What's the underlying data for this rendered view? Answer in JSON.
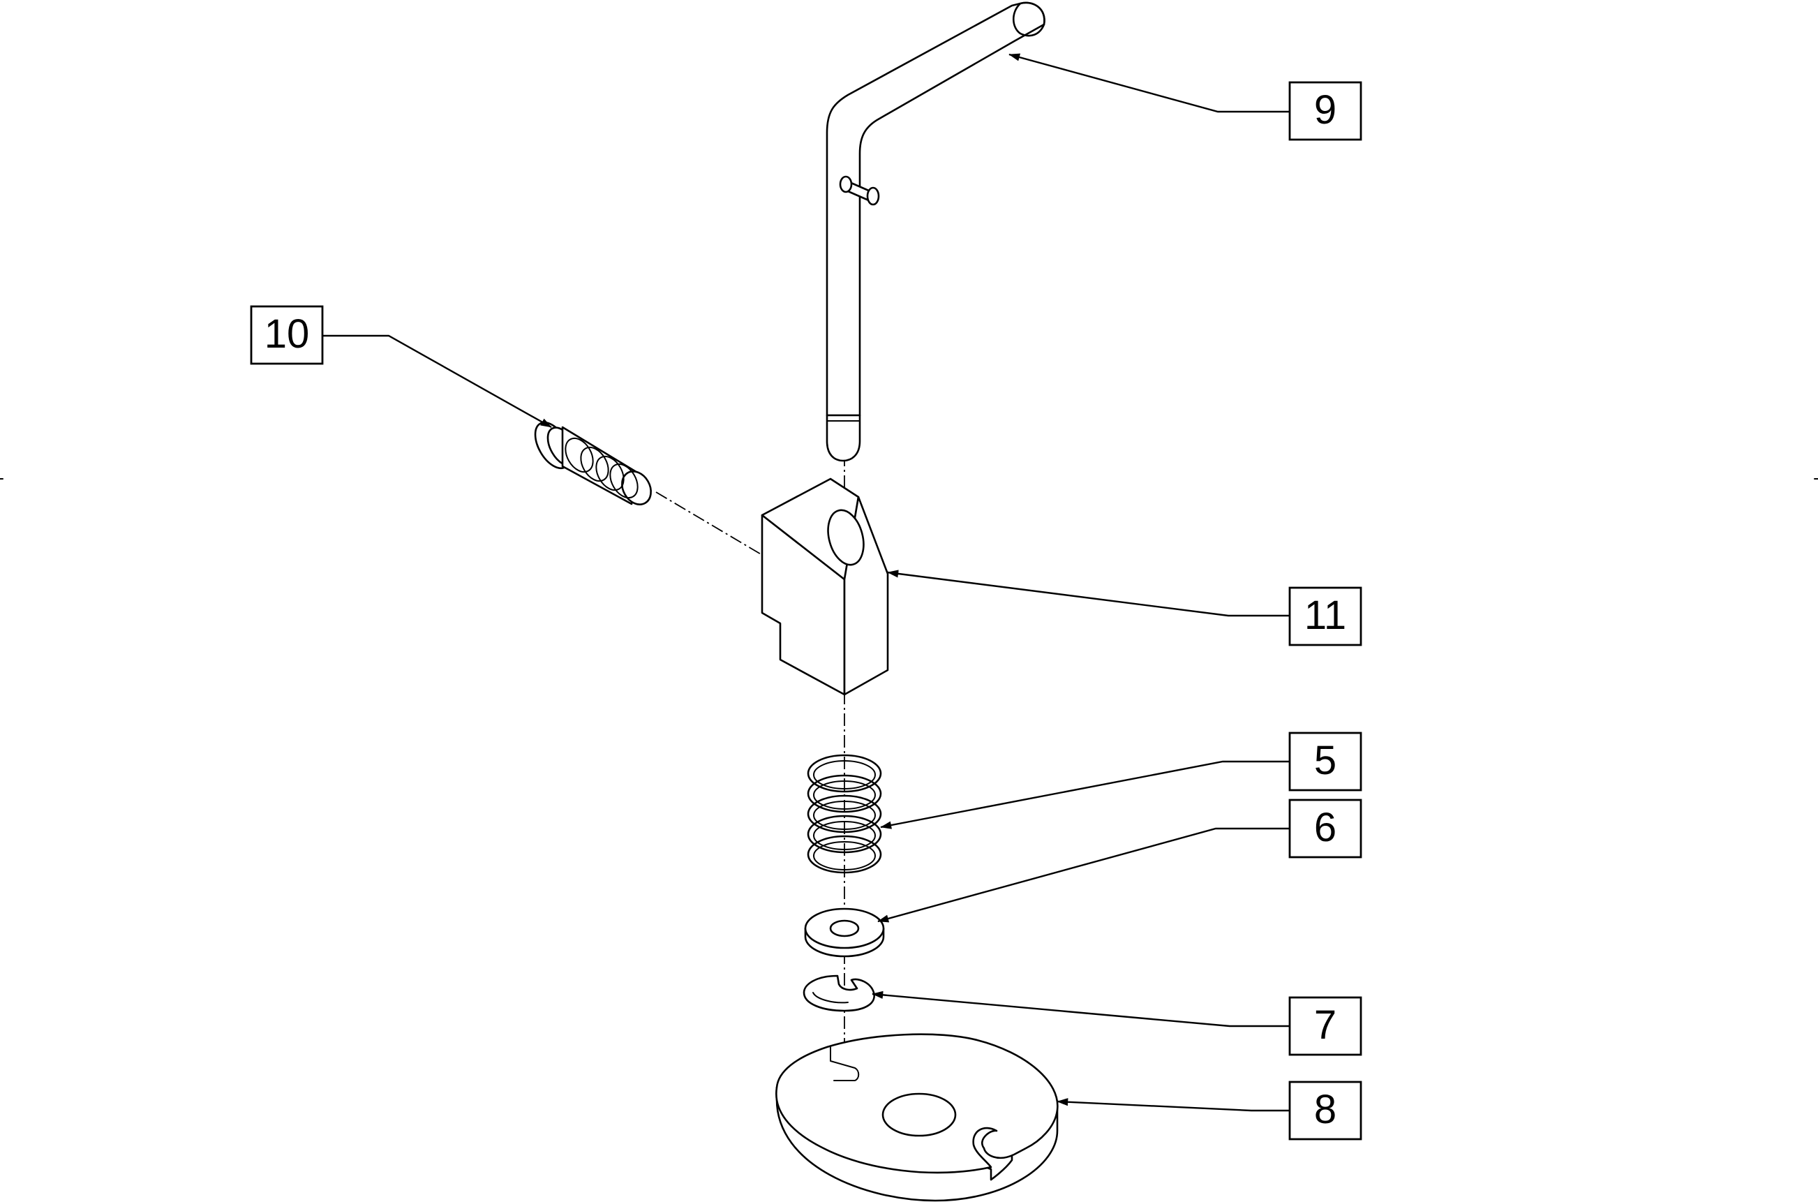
{
  "callouts": [
    {
      "id": "9",
      "label": "9"
    },
    {
      "id": "10",
      "label": "10"
    },
    {
      "id": "11",
      "label": "11"
    },
    {
      "id": "5",
      "label": "5"
    },
    {
      "id": "6",
      "label": "6"
    },
    {
      "id": "7",
      "label": "7"
    },
    {
      "id": "8",
      "label": "8"
    }
  ],
  "parts": [
    {
      "callout": "9",
      "icon": "bent-pin-icon"
    },
    {
      "callout": "10",
      "icon": "shoulder-bolt-icon"
    },
    {
      "callout": "11",
      "icon": "latch-block-icon"
    },
    {
      "callout": "5",
      "icon": "compression-spring-icon"
    },
    {
      "callout": "6",
      "icon": "flat-washer-icon"
    },
    {
      "callout": "7",
      "icon": "e-clip-icon"
    },
    {
      "callout": "8",
      "icon": "slotted-plate-icon"
    }
  ],
  "colors": {
    "line": "#000000",
    "background": "#ffffff"
  }
}
